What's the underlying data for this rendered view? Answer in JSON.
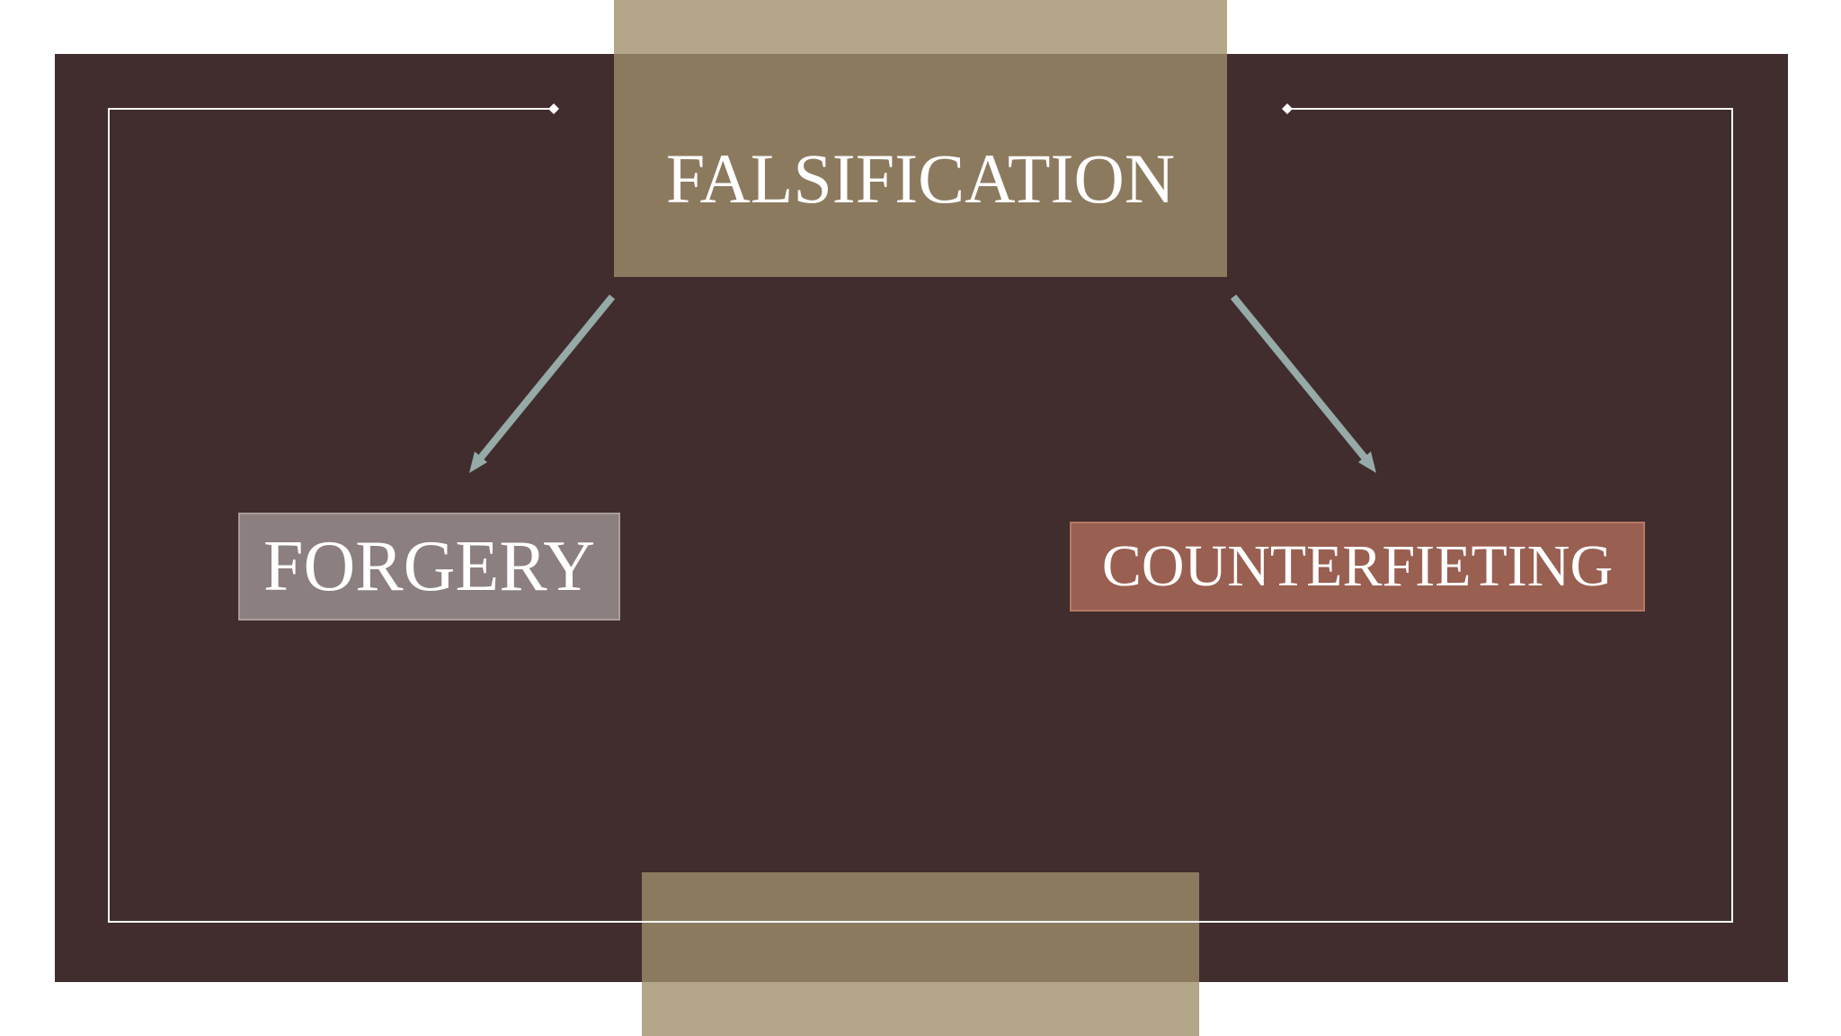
{
  "colors": {
    "background": "#ffffff",
    "panel": "#412d2d",
    "band_outer": "#b3a689",
    "band_inner": "#8c7a5f",
    "frame_line": "#ffffff",
    "arrow": "#96aaa8",
    "forgery_box": "#8c7f7f",
    "counterfeiting_box": "#995f51",
    "text": "#ffffff"
  },
  "diagram": {
    "title": "FALSIFICATION",
    "nodes": [
      {
        "id": "forgery",
        "label": "FORGERY"
      },
      {
        "id": "counterfeiting",
        "label": "COUNTERFIETING"
      }
    ],
    "edges": [
      {
        "from": "falsification",
        "to": "forgery"
      },
      {
        "from": "falsification",
        "to": "counterfeiting"
      }
    ]
  }
}
